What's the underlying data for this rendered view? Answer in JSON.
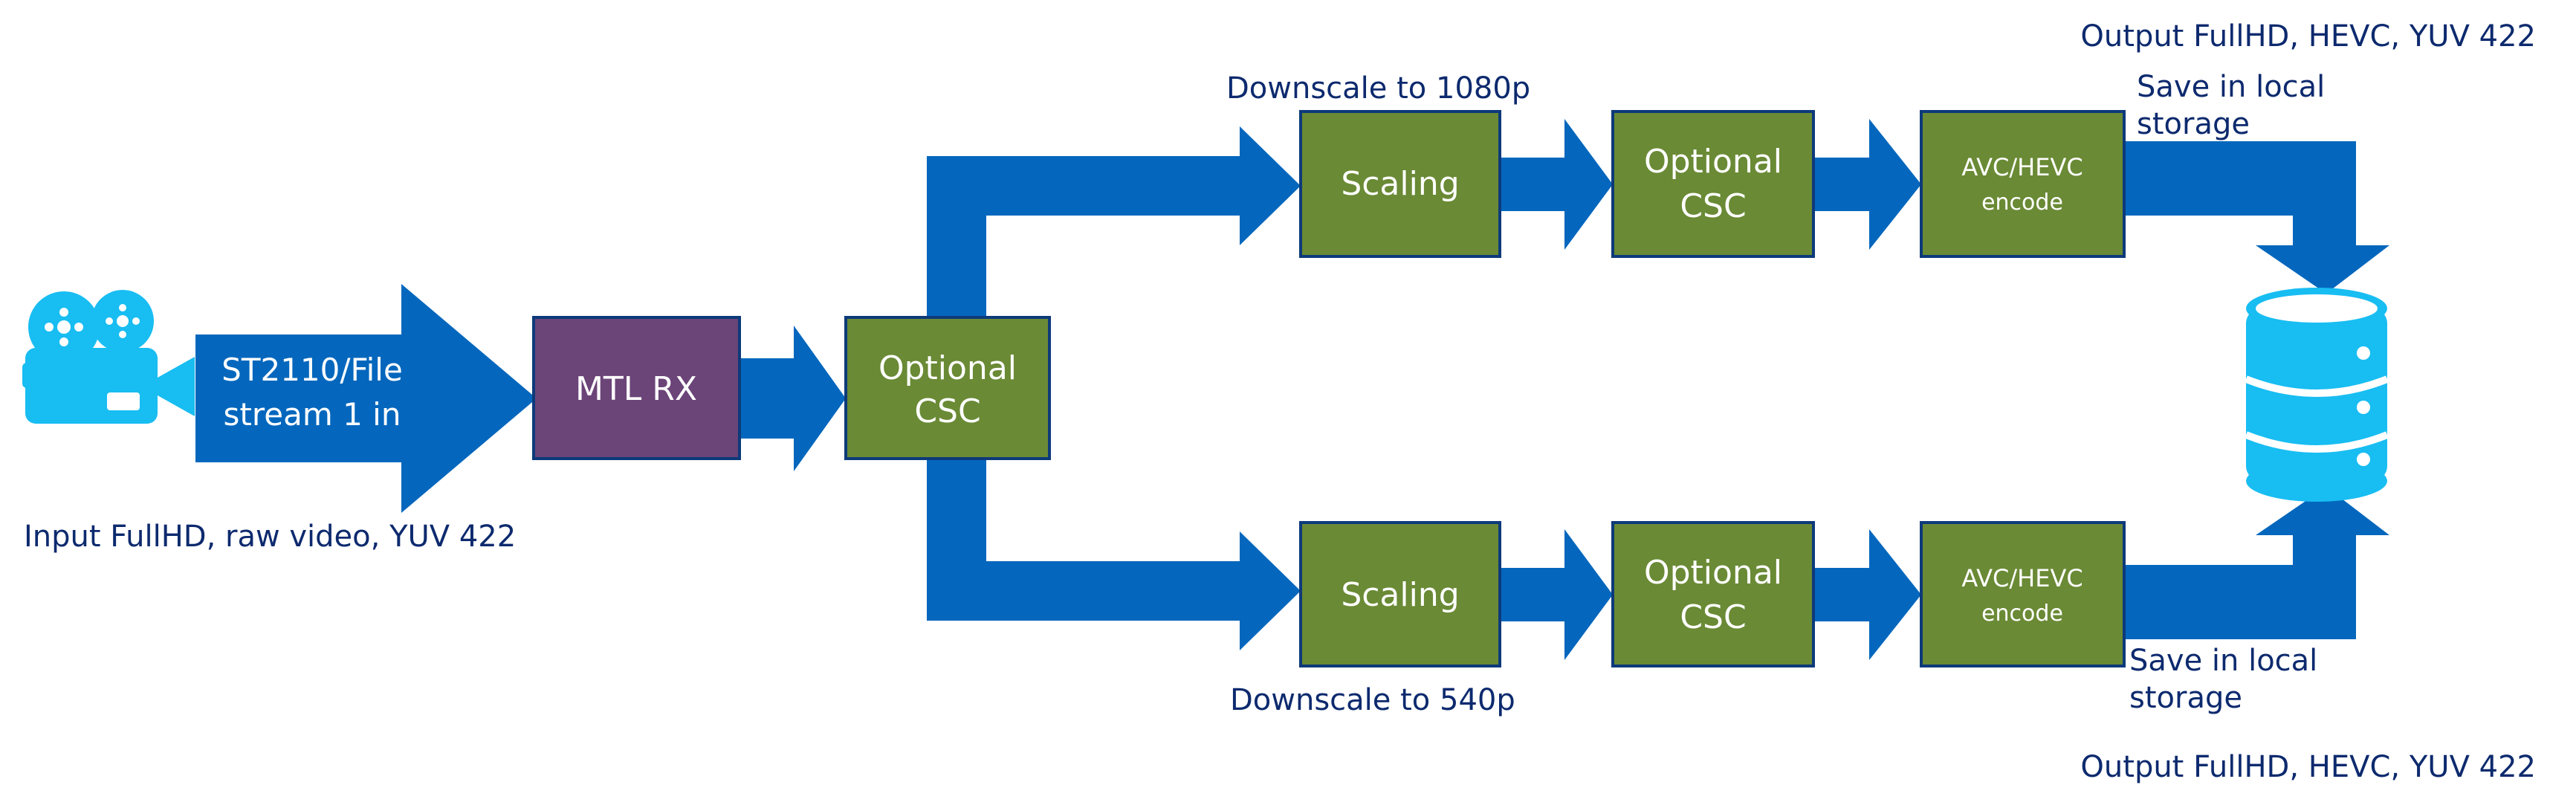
{
  "colors": {
    "arrow": "#0467bd",
    "green_box": "#6a8a35",
    "purple_box": "#6b4478",
    "icon": "#18bdf2",
    "text_dark": "#0d2a6e",
    "text_light": "#ffffff"
  },
  "icons": {
    "camera": "video-camera-icon",
    "storage": "database-icon"
  },
  "input": {
    "stream_line1": "ST2110/File",
    "stream_line2": "stream 1 in",
    "caption": "Input FullHD, raw video, YUV 422"
  },
  "nodes": {
    "mtl_rx": "MTL RX",
    "csc_main_line1": "Optional",
    "csc_main_line2": "CSC"
  },
  "top_branch": {
    "label": "Downscale to 1080p",
    "scaling": "Scaling",
    "csc_line1": "Optional",
    "csc_line2": "CSC",
    "encode_line1": "AVC/HEVC",
    "encode_line2": "encode",
    "save_line1": "Save in local",
    "save_line2": "storage",
    "output": "Output FullHD, HEVC, YUV 422"
  },
  "bottom_branch": {
    "label": "Downscale to 540p",
    "scaling": "Scaling",
    "csc_line1": "Optional",
    "csc_line2": "CSC",
    "encode_line1": "AVC/HEVC",
    "encode_line2": "encode",
    "save_line1": "Save in local",
    "save_line2": "storage",
    "output": "Output FullHD, HEVC, YUV 422"
  }
}
